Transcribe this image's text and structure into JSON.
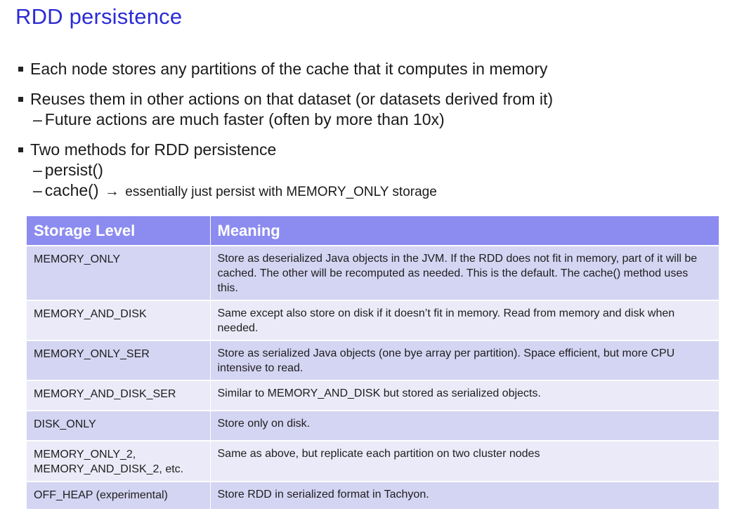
{
  "title": "RDD persistence",
  "bullets": [
    {
      "text": "Each node stores any partitions of the cache that it computes in memory"
    },
    {
      "text": "Reuses them in other actions on that dataset (or datasets derived from it)"
    },
    {
      "text": "Two methods for RDD persistence"
    }
  ],
  "subs": {
    "faster": "Future actions are much faster (often by more than 10x)",
    "persist": "persist()",
    "cache": "cache()",
    "cache_note": "essentially just persist with MEMORY_ONLY storage"
  },
  "table": {
    "headers": [
      "Storage Level",
      "Meaning"
    ],
    "rows": [
      {
        "level": "MEMORY_ONLY",
        "meaning": "Store as deserialized Java objects in the JVM. If the RDD does not fit in memory, part of it will be cached. The other will be recomputed as needed. This is the default. The cache() method uses this."
      },
      {
        "level": "MEMORY_AND_DISK",
        "meaning": "Same except also store on disk if it doesn’t fit in memory. Read from memory and disk when needed."
      },
      {
        "level": "MEMORY_ONLY_SER",
        "meaning": "Store as serialized Java objects (one bye array per partition). Space efficient, but more CPU intensive to read."
      },
      {
        "level": "MEMORY_AND_DISK_SER",
        "meaning": "Similar to MEMORY_AND_DISK but stored as serialized objects."
      },
      {
        "level": "DISK_ONLY",
        "meaning": "Store only on disk."
      },
      {
        "level": "MEMORY_ONLY_2,",
        "level2": "MEMORY_AND_DISK_2, etc.",
        "meaning": "Same as above, but replicate each partition on two cluster nodes"
      },
      {
        "level": "OFF_HEAP (experimental)",
        "meaning": "Store RDD in serialized format in Tachyon."
      }
    ]
  },
  "colors": {
    "title": "#2b2bd6",
    "header_bg": "#8b8bf0",
    "row_odd": "#d4d4f3",
    "row_even": "#eaeaf8"
  }
}
